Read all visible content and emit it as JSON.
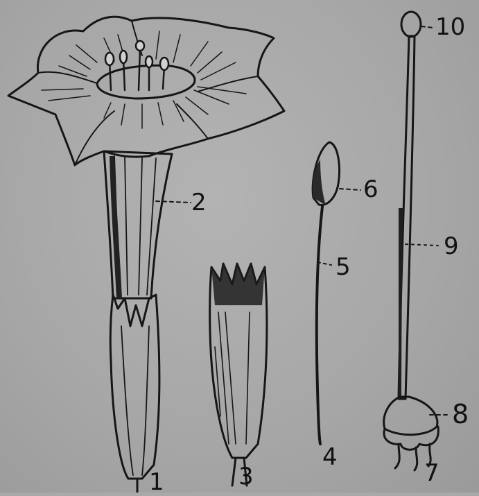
{
  "figure": {
    "labels": {
      "l1": "1",
      "l2": "2",
      "l3": "3",
      "l4": "4",
      "l5": "5",
      "l6": "6",
      "l7": "7",
      "l8": "8",
      "l9": "9",
      "l10": "10"
    },
    "colors": {
      "paper": "#a9a9a9",
      "ink": "#161616"
    }
  }
}
